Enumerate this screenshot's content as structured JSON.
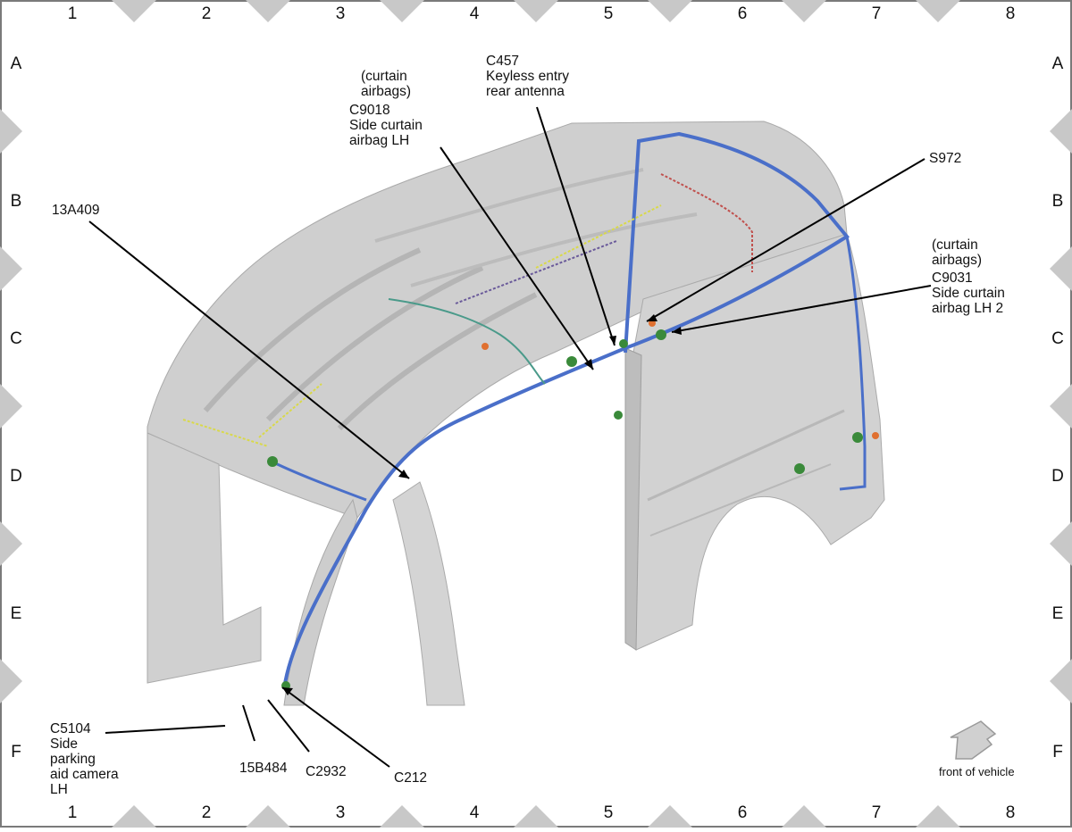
{
  "grid": {
    "columns": [
      "1",
      "2",
      "3",
      "4",
      "5",
      "6",
      "7",
      "8"
    ],
    "rows": [
      "A",
      "B",
      "C",
      "D",
      "E",
      "F"
    ]
  },
  "callouts": [
    {
      "id": "13a409",
      "lines": [
        "13A409"
      ]
    },
    {
      "id": "c9018",
      "lines": [
        "(curtain",
        "airbags)",
        "C9018",
        "Side curtain",
        "airbag LH"
      ]
    },
    {
      "id": "c457",
      "lines": [
        "C457",
        "Keyless entry",
        "rear antenna"
      ]
    },
    {
      "id": "s972",
      "lines": [
        "S972"
      ]
    },
    {
      "id": "c9031",
      "lines": [
        "(curtain",
        "airbags)",
        "C9031",
        "Side curtain",
        "airbag LH 2"
      ]
    },
    {
      "id": "c5104",
      "lines": [
        "C5104",
        "Side",
        "parking",
        "aid camera",
        "LH"
      ]
    },
    {
      "id": "15b484",
      "lines": [
        "15B484"
      ]
    },
    {
      "id": "c2932",
      "lines": [
        "C2932"
      ]
    },
    {
      "id": "c212",
      "lines": [
        "C212"
      ]
    }
  ],
  "orientation": {
    "label": "front of vehicle"
  },
  "colors": {
    "border": "#7a7a7a",
    "marker": "#c8c8c8",
    "body": "#c9c9c9",
    "body_dark": "#a9a9a9",
    "harness_main": "#4a6fc9",
    "harness_yellow": "#d9d94a",
    "harness_red": "#c0504d",
    "harness_teal": "#4a9a8a",
    "harness_purple": "#6a5a9a",
    "connector": "#3a8a3a",
    "arrow_fill": "#d0d0d0"
  }
}
